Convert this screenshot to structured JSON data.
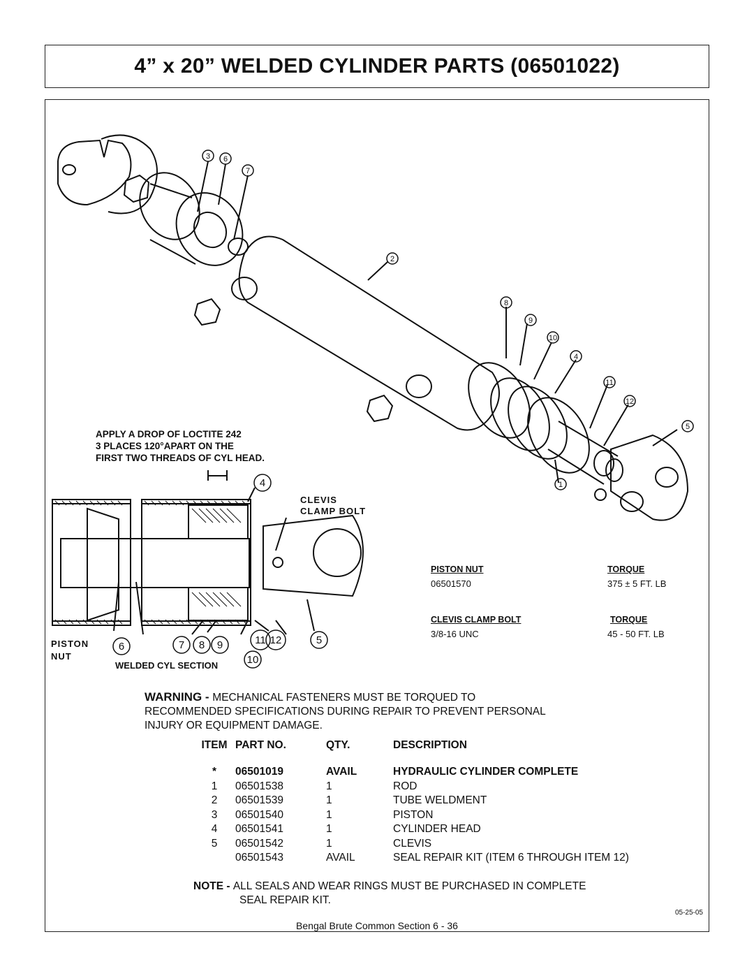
{
  "title": "4” x 20” WELDED CYLINDER PARTS (06501022)",
  "diagram": {
    "loctite_note": [
      "APPLY A DROP OF LOCTITE 242",
      "3 PLACES 120°APART ON THE",
      "FIRST TWO THREADS OF CYL HEAD."
    ],
    "clevis_clamp_bolt_label": [
      "CLEVIS",
      "CLAMP BOLT"
    ],
    "piston_nut_label": [
      "PISTON",
      "NUT"
    ],
    "section_label": "WELDED CYL SECTION",
    "callouts_exploded": [
      "3",
      "6",
      "7",
      "2",
      "8",
      "9",
      "10",
      "4",
      "11",
      "12",
      "5",
      "1"
    ],
    "callouts_section": [
      "4",
      "6",
      "7",
      "8",
      "9",
      "11",
      "12",
      "5",
      "10"
    ]
  },
  "torque_table": {
    "rows": [
      {
        "name_header": "PISTON NUT",
        "torque_header": "TORQUE",
        "name": "06501570",
        "torque": "375 ± 5 FT. LB"
      },
      {
        "name_header": "CLEVIS CLAMP BOLT",
        "torque_header": "TORQUE",
        "name": "3/8-16  UNC",
        "torque": "45 - 50 FT. LB"
      }
    ]
  },
  "warning": {
    "lead": "WARNING - ",
    "line1": "MECHANICAL FASTENERS MUST BE TORQUED TO",
    "line2": "RECOMMENDED SPECIFICATIONS DURING REPAIR TO PREVENT PERSONAL",
    "line3": "INJURY OR EQUIPMENT DAMAGE."
  },
  "parts_table": {
    "headers": [
      "ITEM",
      "PART NO.",
      "QTY.",
      "DESCRIPTION"
    ],
    "rows": [
      {
        "item": "*",
        "part": "06501019",
        "qty": "AVAIL",
        "desc": "HYDRAULIC CYLINDER COMPLETE"
      },
      {
        "item": "1",
        "part": "06501538",
        "qty": "1",
        "desc": "ROD"
      },
      {
        "item": "2",
        "part": "06501539",
        "qty": "1",
        "desc": "TUBE WELDMENT"
      },
      {
        "item": "3",
        "part": "06501540",
        "qty": "1",
        "desc": "PISTON"
      },
      {
        "item": "4",
        "part": "06501541",
        "qty": "1",
        "desc": "CYLINDER HEAD"
      },
      {
        "item": "5",
        "part": "06501542",
        "qty": "1",
        "desc": "CLEVIS"
      },
      {
        "item": "",
        "part": "06501543",
        "qty": "AVAIL",
        "desc": "SEAL REPAIR KIT (ITEM 6 THROUGH ITEM 12)"
      }
    ]
  },
  "note": {
    "lead": "NOTE - ",
    "line1": "ALL SEALS AND WEAR RINGS MUST BE PURCHASED IN COMPLETE",
    "line2": "SEAL REPAIR KIT."
  },
  "date": "05-25-05",
  "footer": "Bengal Brute Common Section  6 - 36"
}
